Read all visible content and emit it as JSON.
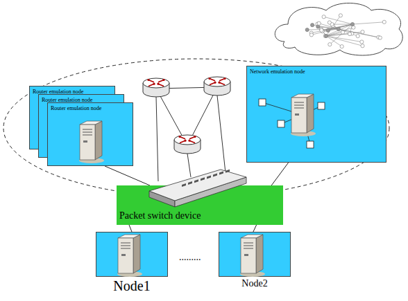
{
  "diagram": {
    "nodes": [
      {
        "text": [
          "Router emulation node"
        ]
      },
      {
        "text": [
          "Router emulation node"
        ]
      },
      {
        "text": [
          "Router emulation node"
        ]
      },
      {
        "text": [
          "Network emulation node"
        ]
      },
      {
        "text": [
          "Packet switch device"
        ]
      },
      {
        "text": [
          "Node1"
        ]
      },
      {
        "text": [
          "Node2"
        ]
      }
    ],
    "edges": [
      {
        "from": 2,
        "to": 4,
        "arrow": "none"
      },
      {
        "from": 3,
        "to": 4,
        "arrow": "none"
      },
      {
        "from": 4,
        "to": 5,
        "arrow": "none"
      },
      {
        "from": 4,
        "to": 6,
        "arrow": "none"
      }
    ],
    "labels": [
      "........."
    ]
  }
}
